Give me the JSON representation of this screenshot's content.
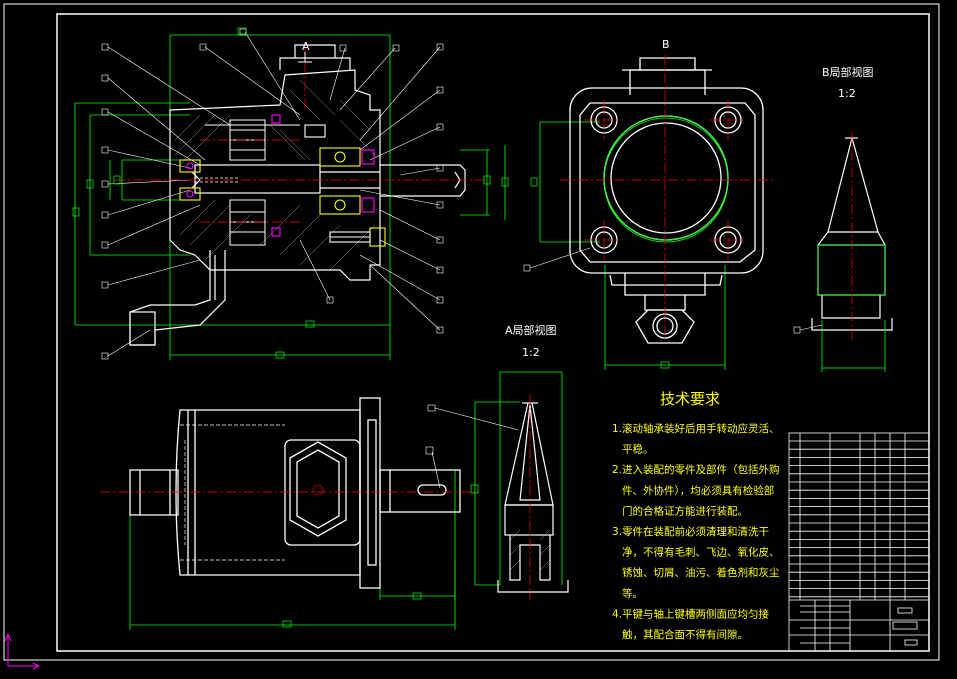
{
  "views": {
    "section_label_a": "A",
    "section_label_b": "B",
    "detail_a_title": "A局部视图",
    "detail_a_scale": "1:2",
    "detail_b_title": "B局部视图",
    "detail_b_scale": "1:2"
  },
  "technical_requirements": {
    "title": "技术要求",
    "lines": [
      "1.滚动轴承装好后用手转动应灵活、",
      "平稳。",
      "2.进入装配的零件及部件（包括外购",
      "件、外协件），均必须具有检验部",
      "门的合格证方能进行装配。",
      "3.零件在装配前必须清理和清洗干",
      "净，不得有毛刺、飞边、氧化皮、",
      "锈蚀、切屑、油污、着色剂和灰尘",
      "等。",
      "4.平键与轴上键槽两侧面应均匀接",
      "触，其配合面不得有间隙。"
    ]
  },
  "colors": {
    "background": "#000000",
    "outline": "#ffffff",
    "dimension": "#00ff00",
    "centerline": "#ff0000",
    "hatch": "#ff00ff",
    "hidden": "#ffff00",
    "annotation": "#ffff00",
    "ucs": "#ff00ff"
  }
}
